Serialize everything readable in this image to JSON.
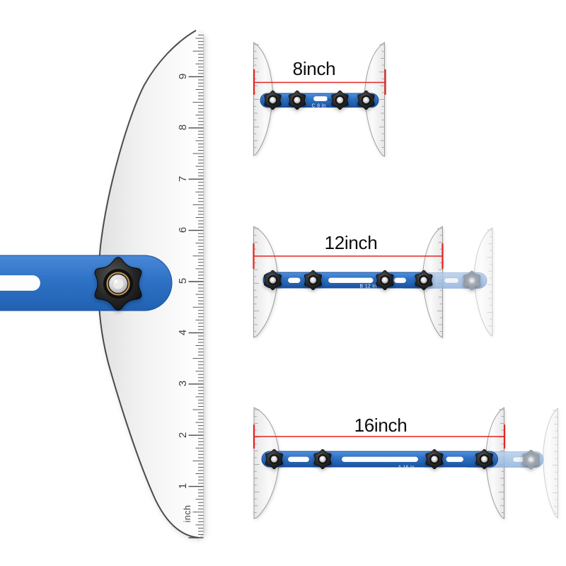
{
  "image_type": "product-photo of adjustable T-square stud layout tool",
  "background": "#ffffff",
  "colors": {
    "bar_blue": "#2e72c6",
    "bar_blue_dark": "#1a4f9c",
    "ghost_blue": "#9dbce4",
    "knob_black": "#1a1a1a",
    "knob_silver": "#cfcfcf",
    "blade_white": "#f6f6f6",
    "blade_edge": "#2e2e2e",
    "dimension_red": "#e52320",
    "tick_gray": "#4a4a4a"
  },
  "main_tool": {
    "ruler_numbers": [
      "9",
      "8",
      "7",
      "6",
      "5",
      "4",
      "3",
      "2",
      "1"
    ],
    "ruler_unit_label": "inch"
  },
  "configurations": [
    {
      "dimension_label": "8inch",
      "bar_label": "C 8 in"
    },
    {
      "dimension_label": "12inch",
      "bar_label": "B 12 in"
    },
    {
      "dimension_label": "16inch",
      "bar_label": "A 16 in"
    }
  ]
}
